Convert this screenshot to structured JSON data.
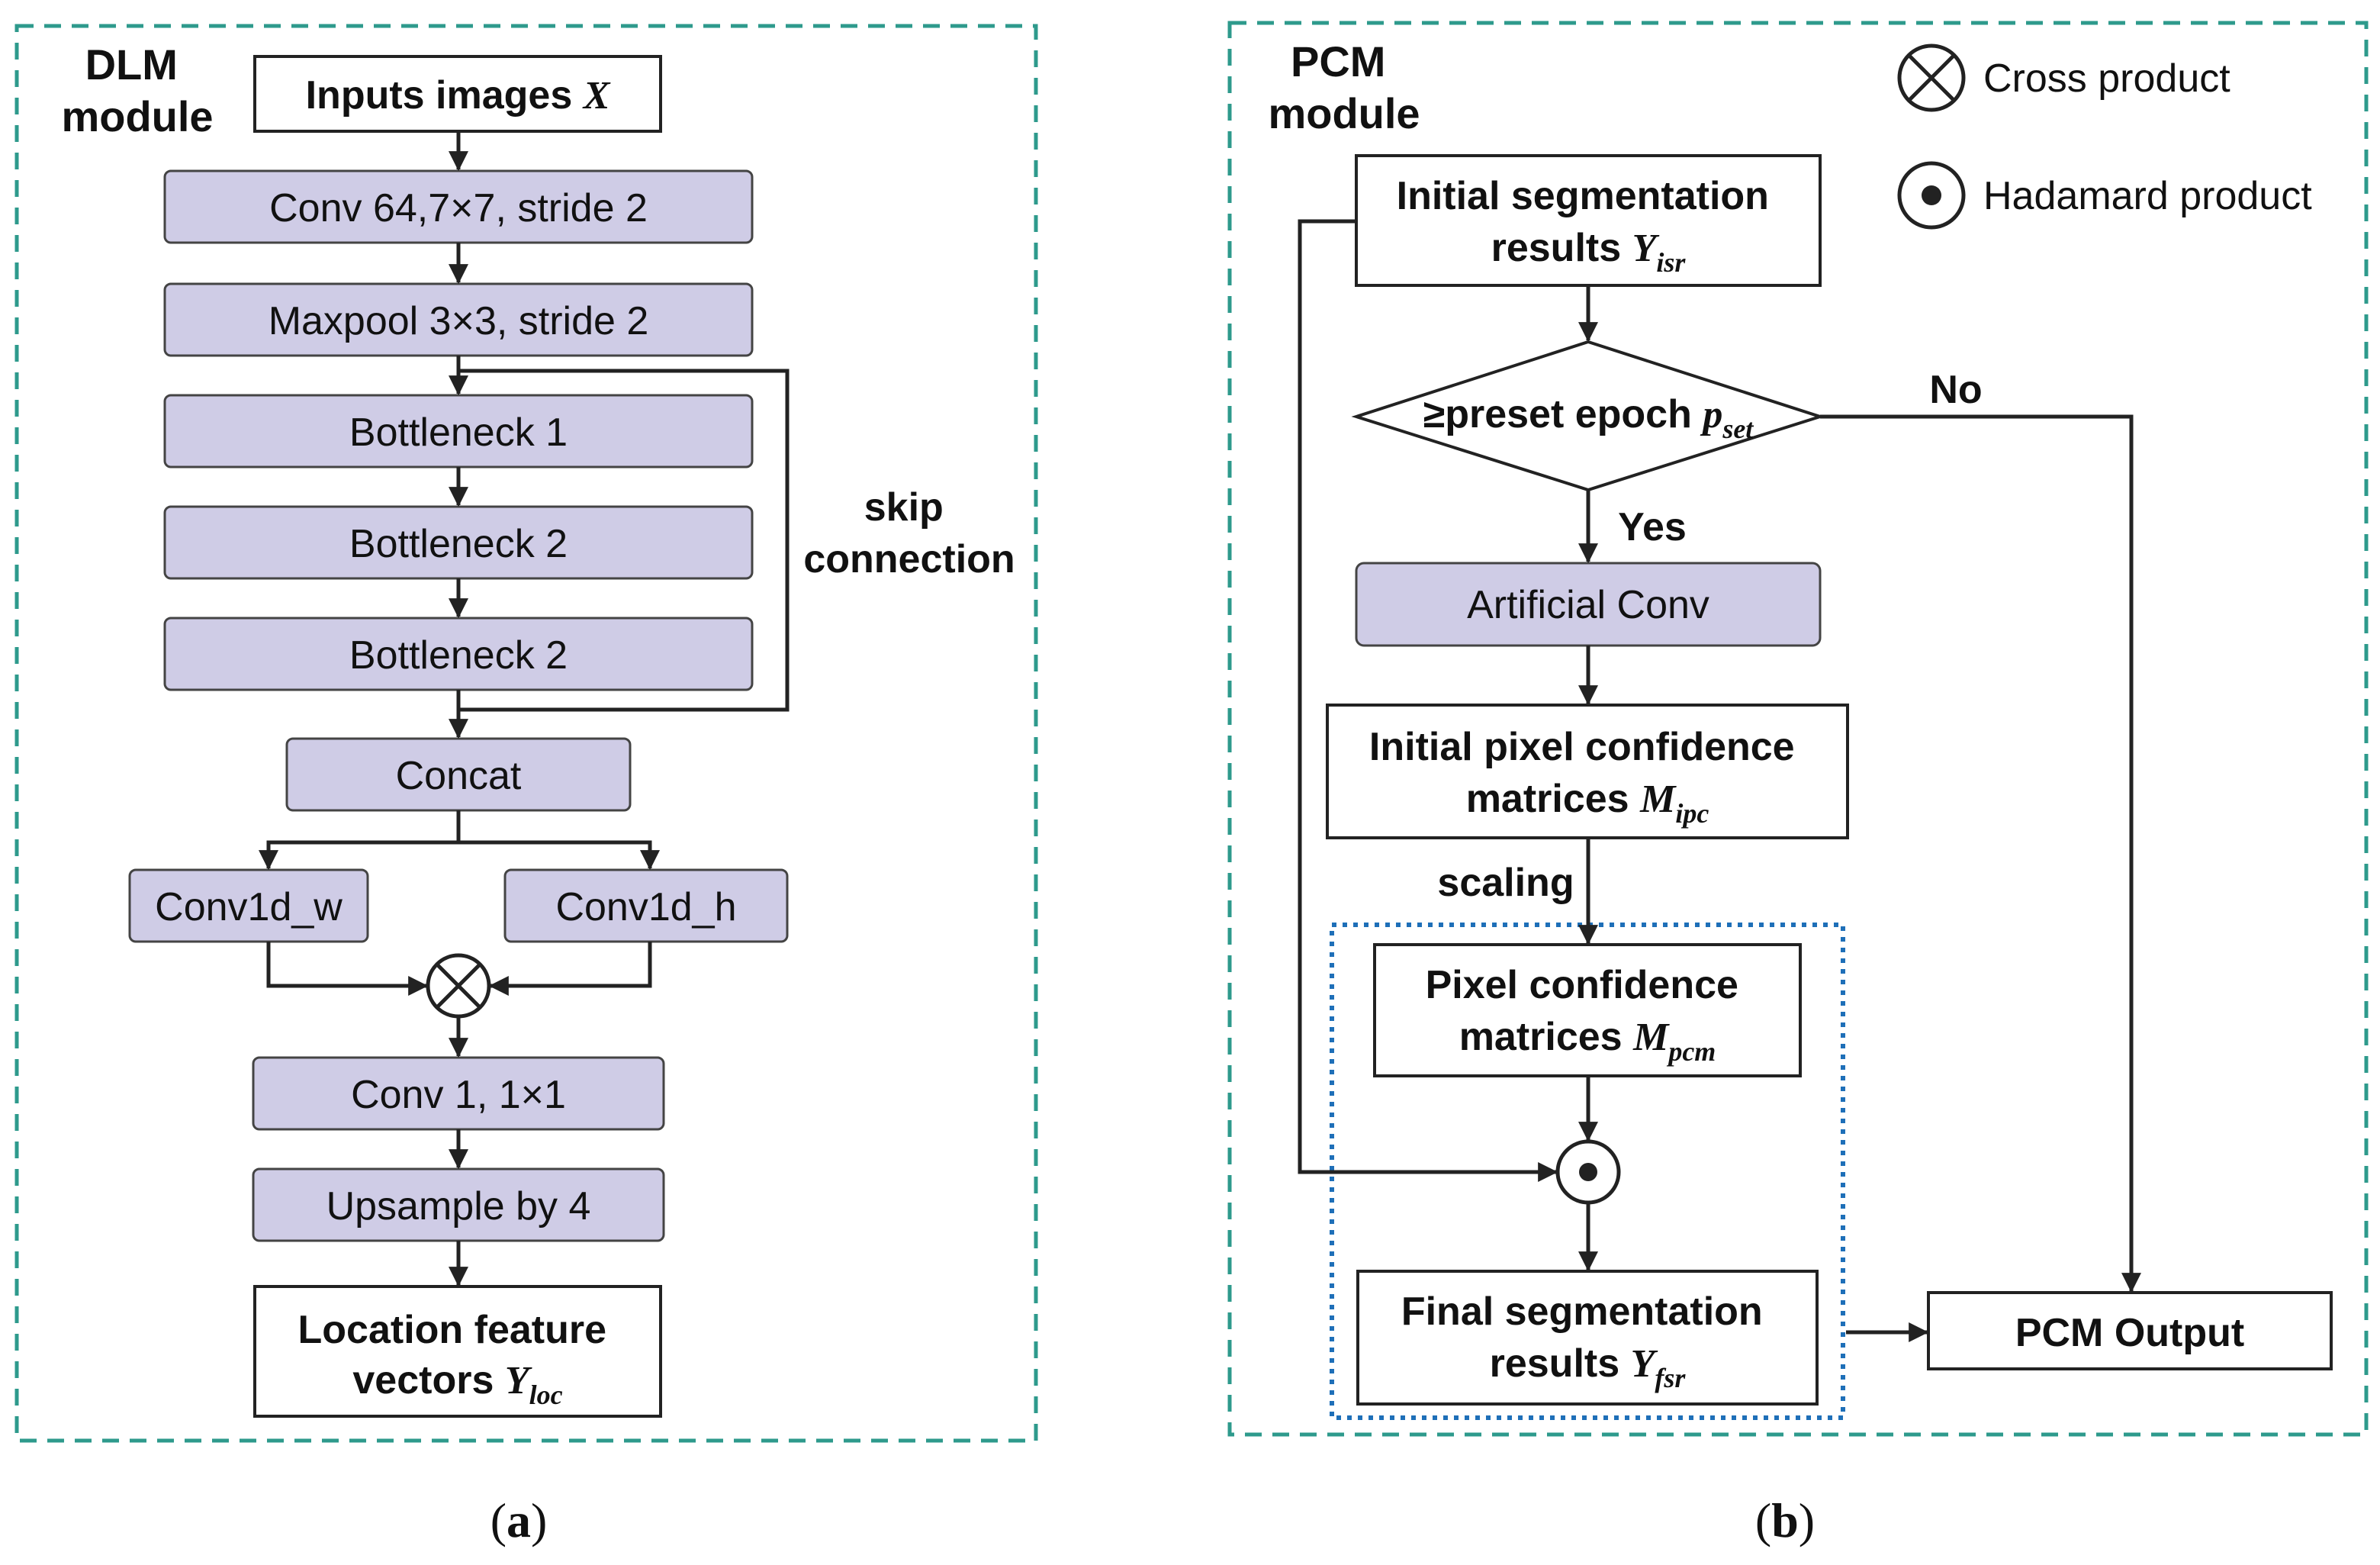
{
  "colors": {
    "module_border": "#2e9a8c",
    "box_fill": "#cfcce6",
    "box_stroke": "#333333",
    "dotted_region": "#1e6fb8",
    "text": "#111111"
  },
  "panel_a": {
    "module_label_1": "DLM",
    "module_label_2": "module",
    "input_box": {
      "text": "Inputs images ",
      "sym": "X"
    },
    "conv": "Conv 64,7×7, stride 2",
    "maxpool": "Maxpool 3×3, stride 2",
    "bottleneck_1": "Bottleneck 1",
    "bottleneck_2a": "Bottleneck 2",
    "bottleneck_2b": "Bottleneck 2",
    "skip_1": "skip",
    "skip_2": "connection",
    "concat": "Concat",
    "conv1d_w": "Conv1d_w",
    "conv1d_h": "Conv1d_h",
    "conv1": "Conv 1, 1×1",
    "upsample": "Upsample by 4",
    "output_line_1": "Location feature",
    "output_line_2": "vectors ",
    "output_sym": "Y",
    "output_sub": "loc",
    "caption_open": "(",
    "caption_letter": "a",
    "caption_close": ")"
  },
  "panel_b": {
    "module_label_1": "PCM",
    "module_label_2": "module",
    "legend_cross": "Cross product",
    "legend_hadamard": "Hadamard product",
    "cross_icon": "circled-times-icon",
    "hadamard_icon": "circled-dot-icon",
    "isr_line_1": "Initial segmentation",
    "isr_line_2": "results ",
    "isr_sym": "Y",
    "isr_sub": "isr",
    "decision_text": "≥preset epoch ",
    "decision_sym": "p",
    "decision_sub": "set",
    "no_label": "No",
    "yes_label": "Yes",
    "artificial_conv": "Artificial Conv",
    "ipc_line_1": "Initial pixel confidence",
    "ipc_line_2": "matrices ",
    "ipc_sym": "M",
    "ipc_sub": "ipc",
    "scaling": "scaling",
    "pcm_line_1": "Pixel confidence",
    "pcm_line_2": "matrices ",
    "pcm_sym": "M",
    "pcm_sub": "pcm",
    "fsr_line_1": "Final segmentation",
    "fsr_line_2": "results ",
    "fsr_sym": "Y",
    "fsr_sub": "fsr",
    "output": "PCM Output",
    "caption_open": "(",
    "caption_letter": "b",
    "caption_close": ")"
  }
}
